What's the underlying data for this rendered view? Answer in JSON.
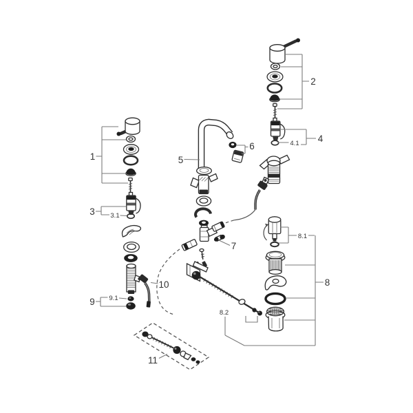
{
  "colors": {
    "background": "#ffffff",
    "part_line": "#2d2d2d",
    "dark_fill": "#1f1f1f",
    "leader_line": "#7a7a7a",
    "label_text": "#333333"
  },
  "callouts": {
    "c1": "1",
    "c2": "2",
    "c3": "3",
    "c3_1": "3.1",
    "c4": "4",
    "c4_1": "4.1",
    "c5": "5",
    "c6": "6",
    "c7": "7",
    "c8": "8",
    "c8_1": "8.1",
    "c8_2": "8.2",
    "c9": "9",
    "c9_1": "9.1",
    "c10": "10",
    "c11": "11"
  },
  "parts": [
    {
      "callout": "1",
      "name": "left-lever-handle-set"
    },
    {
      "callout": "2",
      "name": "right-lever-handle-set"
    },
    {
      "callout": "3",
      "name": "left-cartridge"
    },
    {
      "callout": "3.1",
      "name": "cartridge-seal"
    },
    {
      "callout": "4",
      "name": "right-cartridge"
    },
    {
      "callout": "4.1",
      "name": "cartridge-seal"
    },
    {
      "callout": "5",
      "name": "spout"
    },
    {
      "callout": "6",
      "name": "aerator"
    },
    {
      "callout": "7",
      "name": "tee-connector"
    },
    {
      "callout": "8",
      "name": "pop-up-waste-set"
    },
    {
      "callout": "8.1",
      "name": "lift-knob"
    },
    {
      "callout": "8.2",
      "name": "pop-up-rod"
    },
    {
      "callout": "9",
      "name": "mounting-nut-set"
    },
    {
      "callout": "9.1",
      "name": "lock-nut"
    },
    {
      "callout": "10",
      "name": "connection-hose"
    },
    {
      "callout": "11",
      "name": "rod-service-kit"
    }
  ]
}
